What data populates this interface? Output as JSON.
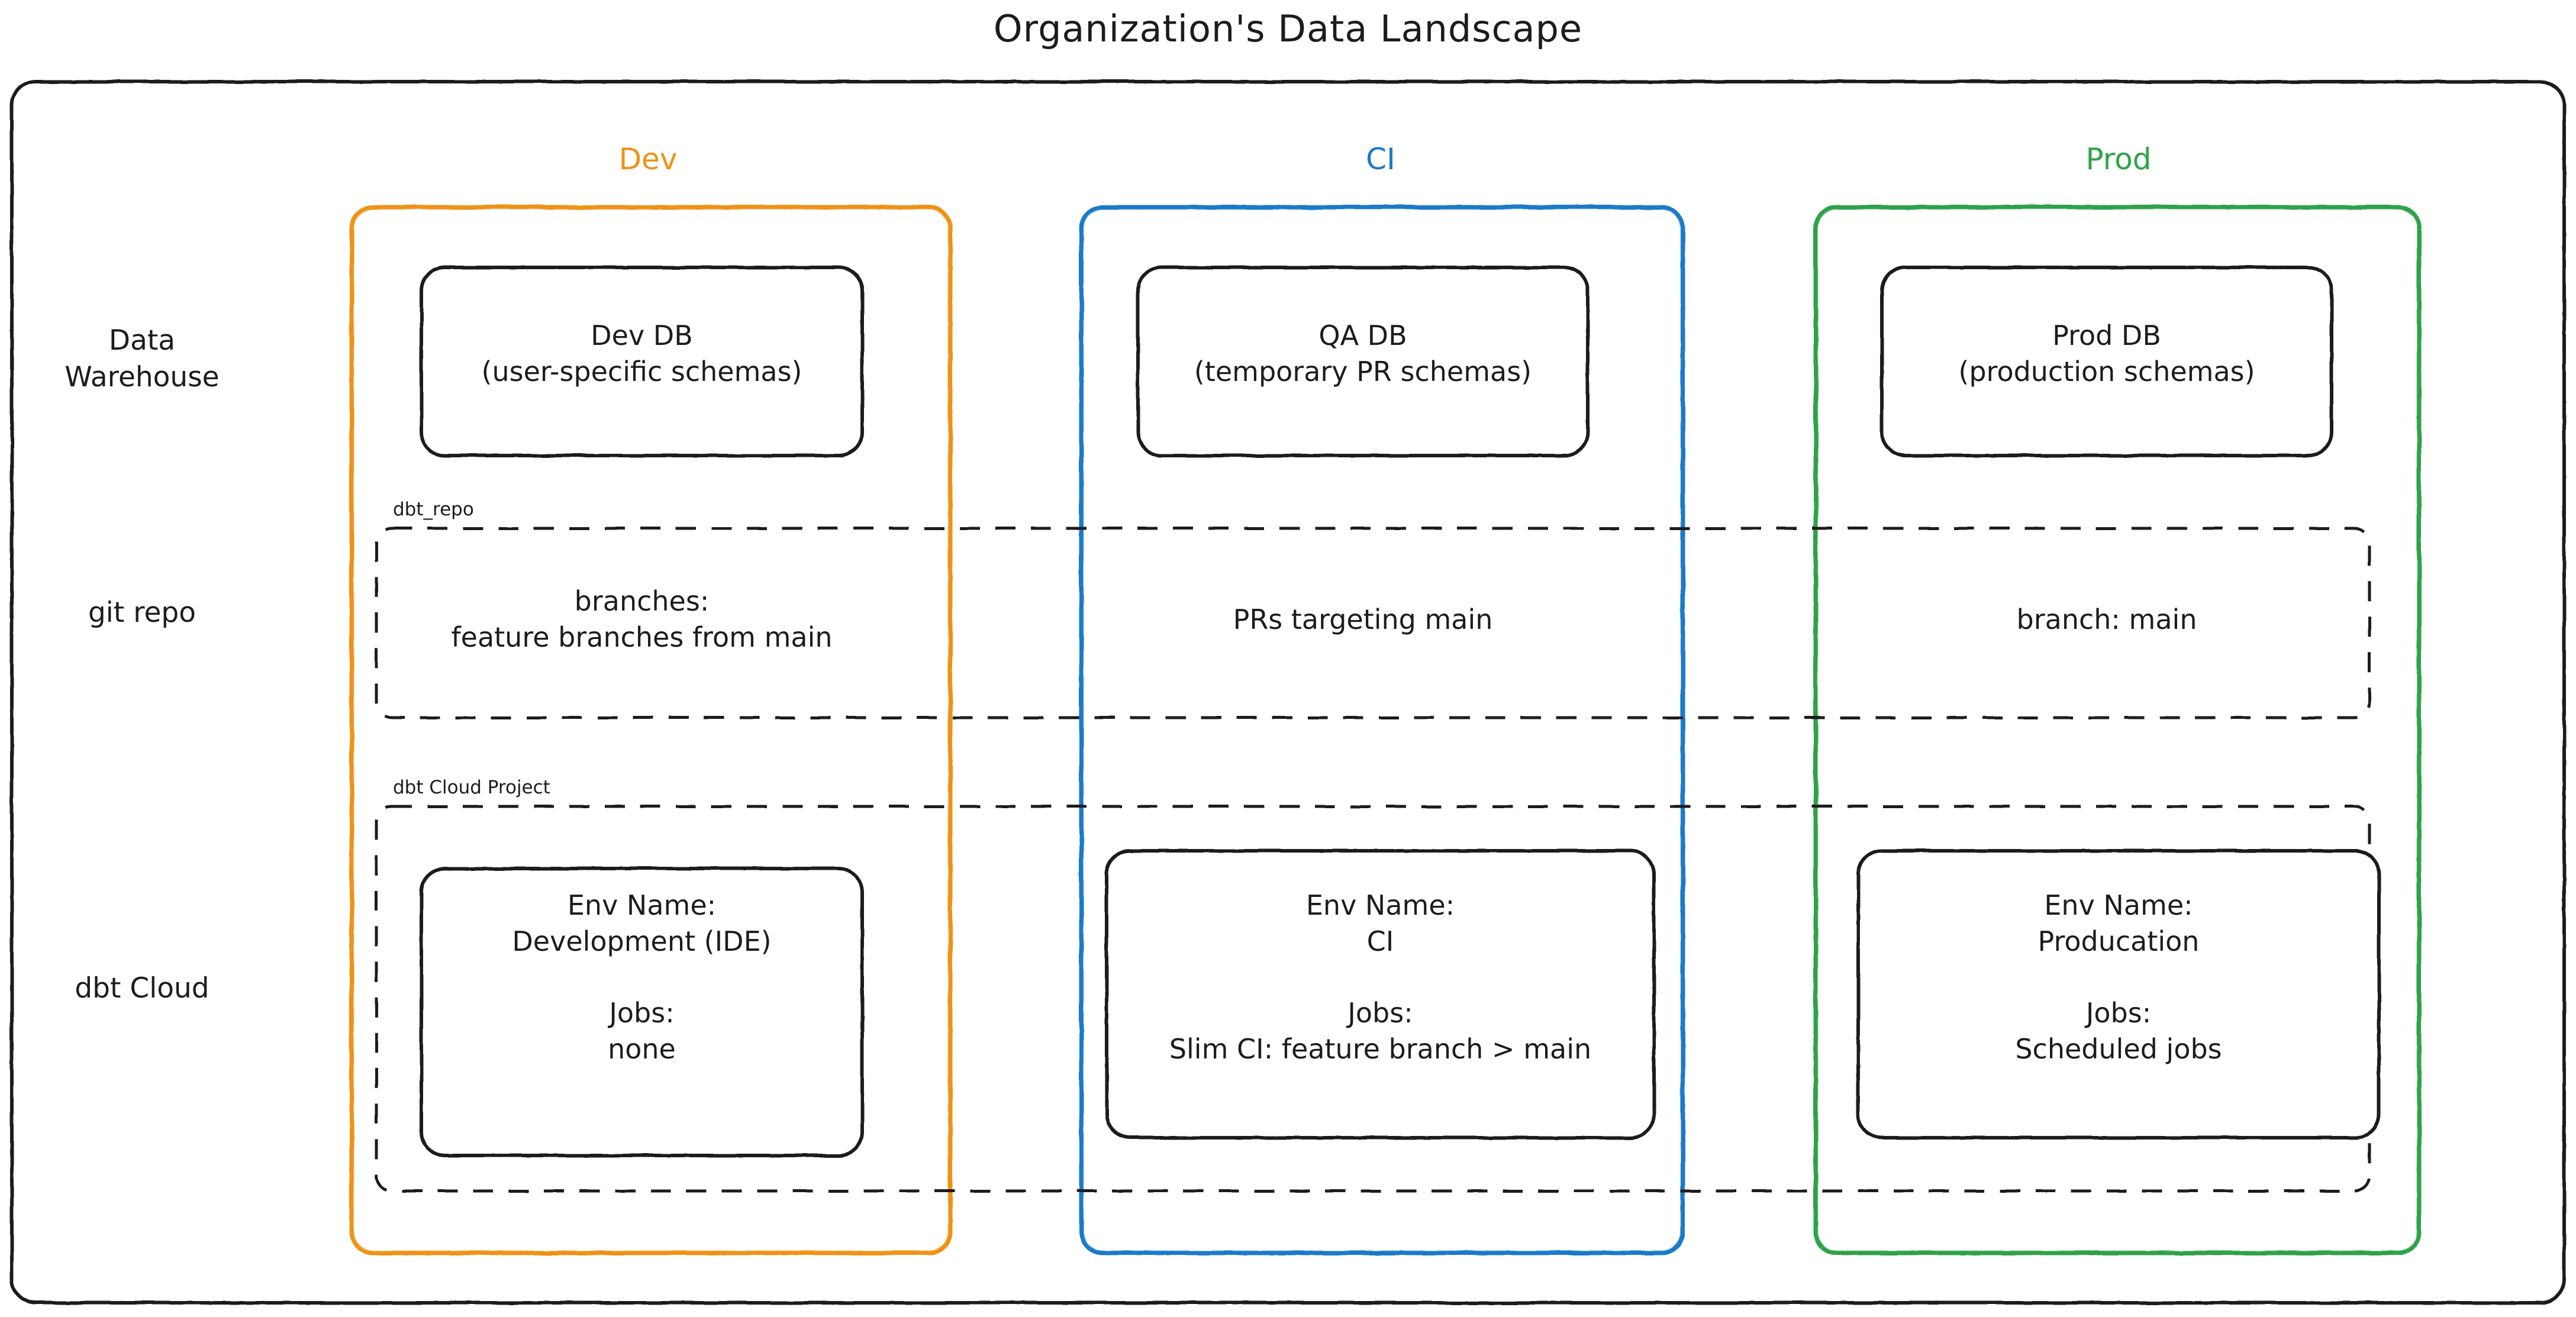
{
  "diagram": {
    "title": "Organization's Data Landscape",
    "type": "architecture-grid",
    "colors": {
      "dev": "#ef9217",
      "ci": "#1a7ac8",
      "prod": "#2ea248",
      "ink": "#1c1c1c",
      "background": "#ffffff"
    },
    "columns": [
      {
        "key": "dev",
        "label": "Dev",
        "color": "#ef9217"
      },
      {
        "key": "ci",
        "label": "CI",
        "color": "#1a7ac8"
      },
      {
        "key": "prod",
        "label": "Prod",
        "color": "#2ea248"
      }
    ],
    "rows": [
      {
        "key": "warehouse",
        "label": "Data\nWarehouse"
      },
      {
        "key": "git",
        "label": "git repo"
      },
      {
        "key": "dbtcloud",
        "label": "dbt Cloud"
      }
    ],
    "groups": [
      {
        "key": "repo",
        "caption": "dbt_repo",
        "style": "dashed"
      },
      {
        "key": "project",
        "caption": "dbt Cloud Project",
        "style": "dashed"
      }
    ],
    "cells": {
      "warehouse": {
        "dev": "Dev DB\n(user-specific schemas)",
        "ci": "QA DB\n(temporary PR schemas)",
        "prod": "Prod DB\n(production schemas)"
      },
      "git": {
        "dev": "branches:\nfeature branches from main",
        "ci": "PRs targeting main",
        "prod": "branch: main"
      },
      "dbtcloud": {
        "dev": "Env Name:\nDevelopment (IDE)\n\nJobs:\nnone",
        "ci": "Env Name:\nCI\n\nJobs:\nSlim CI: feature branch > main",
        "prod": "Env Name:\nProducation\n\nJobs:\nScheduled jobs"
      }
    }
  }
}
